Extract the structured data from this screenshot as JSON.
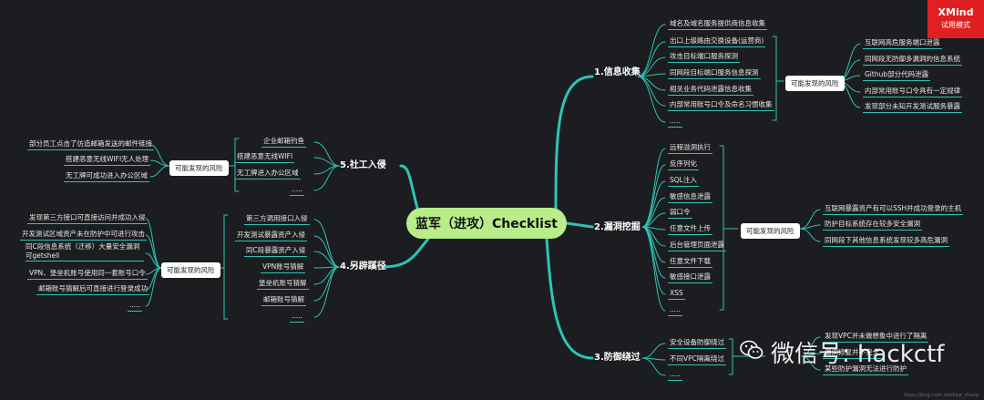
{
  "center_title": "蓝军（进攻）Checklist",
  "badge": {
    "brand": "XMind",
    "subtitle": "试用模式"
  },
  "watermark": "微信号: hackctf",
  "footer_url": "https://blog.csdn.net/blue_zhang",
  "accent_color": "#2ec4b6",
  "center_color": "#b8ed8a",
  "branches": {
    "info": {
      "title": "1.信息收集",
      "items": [
        "域名及域名服务提供商信息收集",
        "出口上级路由交换设备(运营商)",
        "攻击目标端口服务探测",
        "同网段目标端口服务信息探测",
        "相关业务代码泄露信息收集",
        "内部常用账号口令及命名习惯收集",
        "....."
      ],
      "risk_label": "可能发现的风险",
      "risks": [
        "互联网高危服务端口泄露",
        "同网段无防御多漏洞的信息系统",
        "Github部分代码泄露",
        "内部常用账号口令具有一定规律",
        "发现部分未知开发测试服务暴露"
      ]
    },
    "vuln": {
      "title": "2.漏洞挖掘",
      "items": [
        "远程溢洞执行",
        "反序列化",
        "SQL注入",
        "敏感信息泄露",
        "弱口令",
        "任意文件上传",
        "后台管理页面泄露",
        "任意文件下载",
        "敏感接口泄露",
        "XSS",
        "....."
      ],
      "risk_label": "可能发现的风险",
      "risks": [
        "互联网暴露资产有可以SSH并成功登录的主机",
        "防护目标系统存在较多安全漏洞",
        "同网段下其他信息系统发现较多高危漏洞"
      ]
    },
    "defense": {
      "title": "3.防御绕过",
      "items": [
        "安全设备防御绕过",
        "不同VPC隔离绕过",
        "....."
      ],
      "risks": [
        "发现VPC并未做想象中进行了隔离",
        "漏洞修复并不完全",
        "某些防护漏洞无法进行防护"
      ]
    },
    "social": {
      "title": "5.社工入侵",
      "items": [
        "企业邮箱钓鱼",
        "搭建恶意无线WIFI",
        "无工牌进入办公区域",
        "....."
      ],
      "risk_label": "可能发现的风险",
      "risks": [
        "部分员工点击了仿造邮箱发送的邮件链接",
        "搭建恶意无线WIFI无人处理",
        "无工牌可成功进入办公区域"
      ]
    },
    "alt": {
      "title": "4.另辟蹊径",
      "items": [
        "第三方调用接口入侵",
        "开发测试暴露资产入侵",
        "同C段暴露资产入侵",
        "VPN账号猜解",
        "堡垒机账号猜解",
        "邮箱账号猜解",
        "....."
      ],
      "risk_label": "可能发现的风险",
      "risks": [
        "发现第三方接口可直接访问并成功入侵",
        "开发测试区域资产未在防护中可进行攻击",
        "同C段信息系统（迁移）大量安全漏洞可getshell",
        "VPN、堡垒机账号使用同一套账号口令",
        "邮箱账号猜解后可直接进行登录成功",
        "....."
      ]
    }
  }
}
